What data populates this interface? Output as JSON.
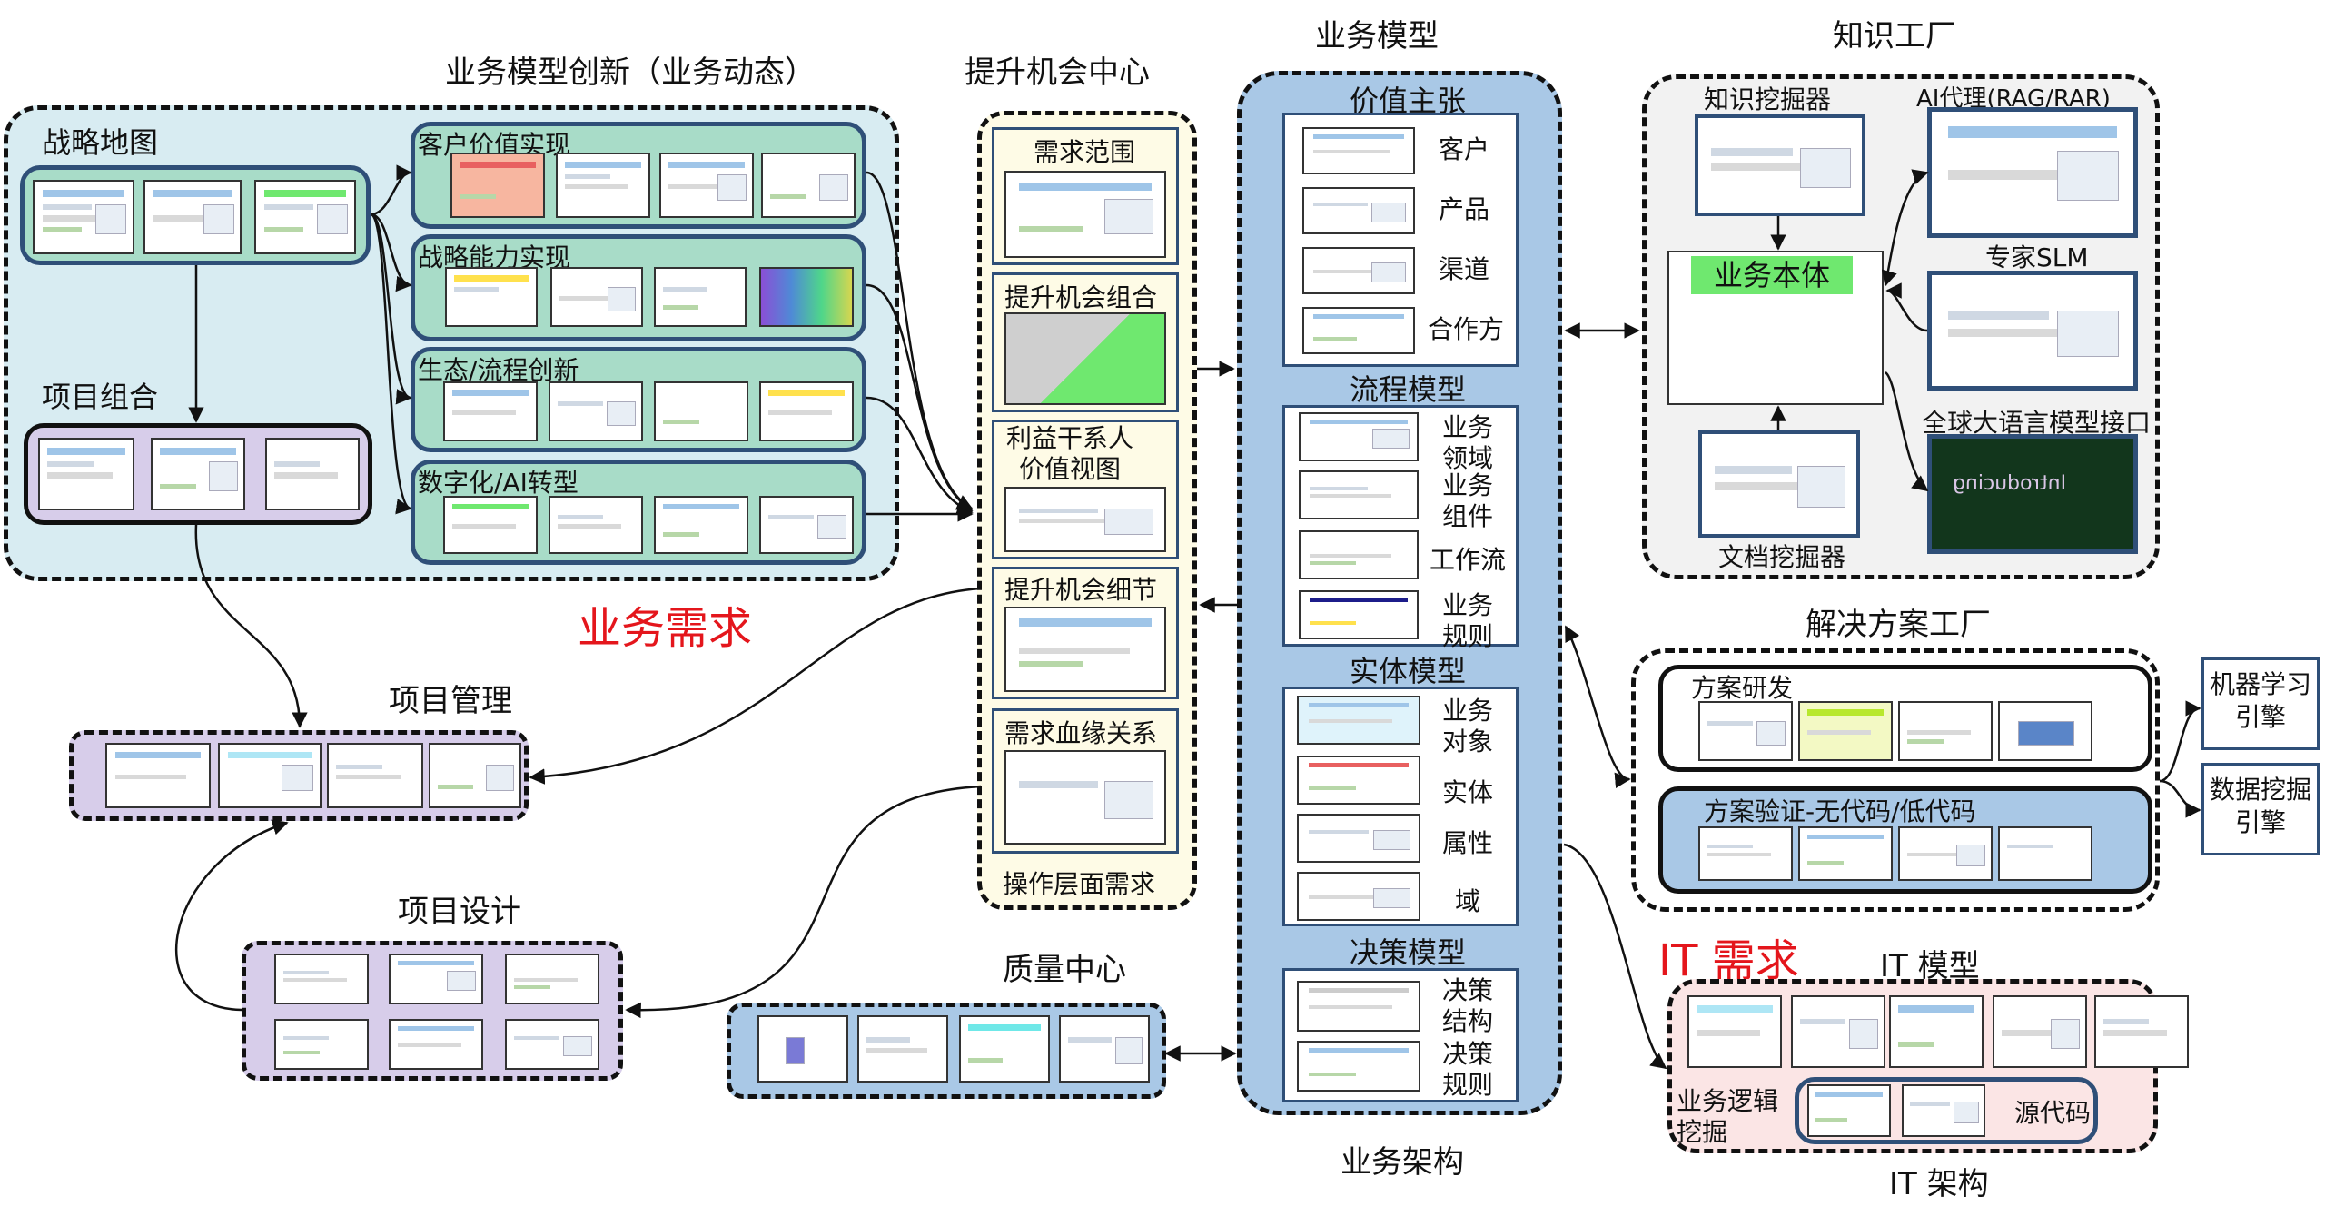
{
  "titles": {
    "biz_innovation": "业务模型创新（业务动态）",
    "opportunity_center": "提升机会中心",
    "biz_model": "业务模型",
    "knowledge_factory": "知识工厂",
    "biz_demand": "业务需求",
    "project_mgmt": "项目管理",
    "project_design": "项目设计",
    "quality_center": "质量中心",
    "biz_arch": "业务架构",
    "solution_factory": "解决方案工厂",
    "it_demand": "IT 需求",
    "it_model": "IT 模型",
    "it_arch": "IT 架构"
  },
  "innovation": {
    "strategy_map": "战略地图",
    "project_portfolio": "项目组合",
    "rows": [
      "客户价值实现",
      "战略能力实现",
      "生态/流程创新",
      "数字化/AI转型"
    ]
  },
  "opportunity": {
    "sections": [
      "需求范围",
      "提升机会组合",
      "利益干系人\n价值视图",
      "提升机会细节",
      "需求血缘关系"
    ],
    "footer": "操作层面需求"
  },
  "biz_model": {
    "value_prop": {
      "title": "价值主张",
      "items": [
        "客户",
        "产品",
        "渠道",
        "合作方"
      ]
    },
    "process_model": {
      "title": "流程模型",
      "items": [
        "业务\n领域",
        "业务\n组件",
        "工作流",
        "业务\n规则"
      ]
    },
    "entity_model": {
      "title": "实体模型",
      "items": [
        "业务\n对象",
        "实体",
        "属性",
        "域"
      ]
    },
    "decision_model": {
      "title": "决策模型",
      "items": [
        "决策\n结构",
        "决策\n规则"
      ]
    }
  },
  "knowledge": {
    "knowledge_miner": "知识挖掘器",
    "ai_agent": "AI代理(RAG/RAR)",
    "expert_slm": "专家SLM",
    "biz_ontology": "业务本体",
    "global_llm": "全球大语言模型接口",
    "doc_miner": "文档挖掘器",
    "openai_text": "Introducing"
  },
  "solution": {
    "research": "方案研发",
    "validation": "方案验证-无代码/低代码",
    "ml_engine": "机器学习\n引擎",
    "dm_engine": "数据挖掘\n引擎"
  },
  "it": {
    "logic_mining": "业务逻辑\n挖掘",
    "source_code": "源代码"
  },
  "colors": {
    "light_blue_bg": "#d8ecf2",
    "teal": "#a8dcc8",
    "lavender": "#d7cdea",
    "cream": "#fefbe6",
    "model_blue": "#a9c8e6",
    "light_gray": "#f2f2f2",
    "pink": "#fbe5e5",
    "red": "#e4161c",
    "green": "#6fe86f",
    "border_blue": "#2f4f78"
  }
}
